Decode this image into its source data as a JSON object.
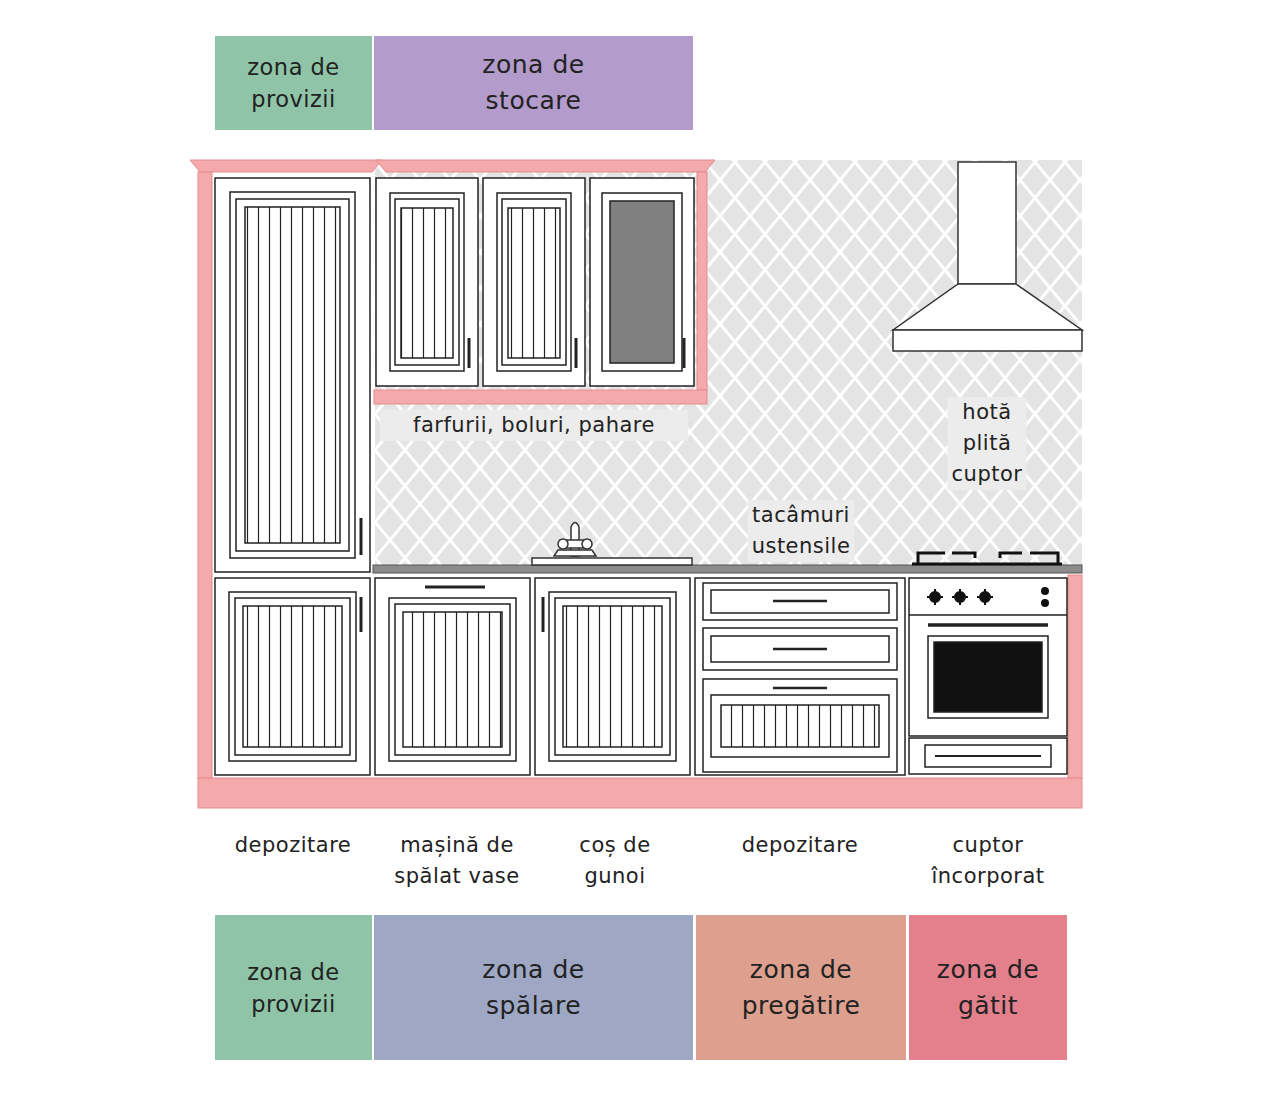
{
  "diagram": {
    "nodes": [
      {
        "text": [
          "zona de provizii"
        ]
      },
      {
        "text": [
          "zona de stocare"
        ]
      },
      {
        "text": [
          "zona de provizii"
        ]
      },
      {
        "text": [
          "zona de spălare"
        ]
      },
      {
        "text": [
          "zona de pregătire"
        ]
      },
      {
        "text": [
          "zona de gătit"
        ]
      }
    ],
    "labels": [
      "farfurii, boluri, pahare",
      "hotă plită cuptor",
      "tacâmuri ustensile",
      "depozitare",
      "mașină de spălat vase",
      "coș de gunoi",
      "depozitare",
      "cuptor încorporat"
    ]
  }
}
